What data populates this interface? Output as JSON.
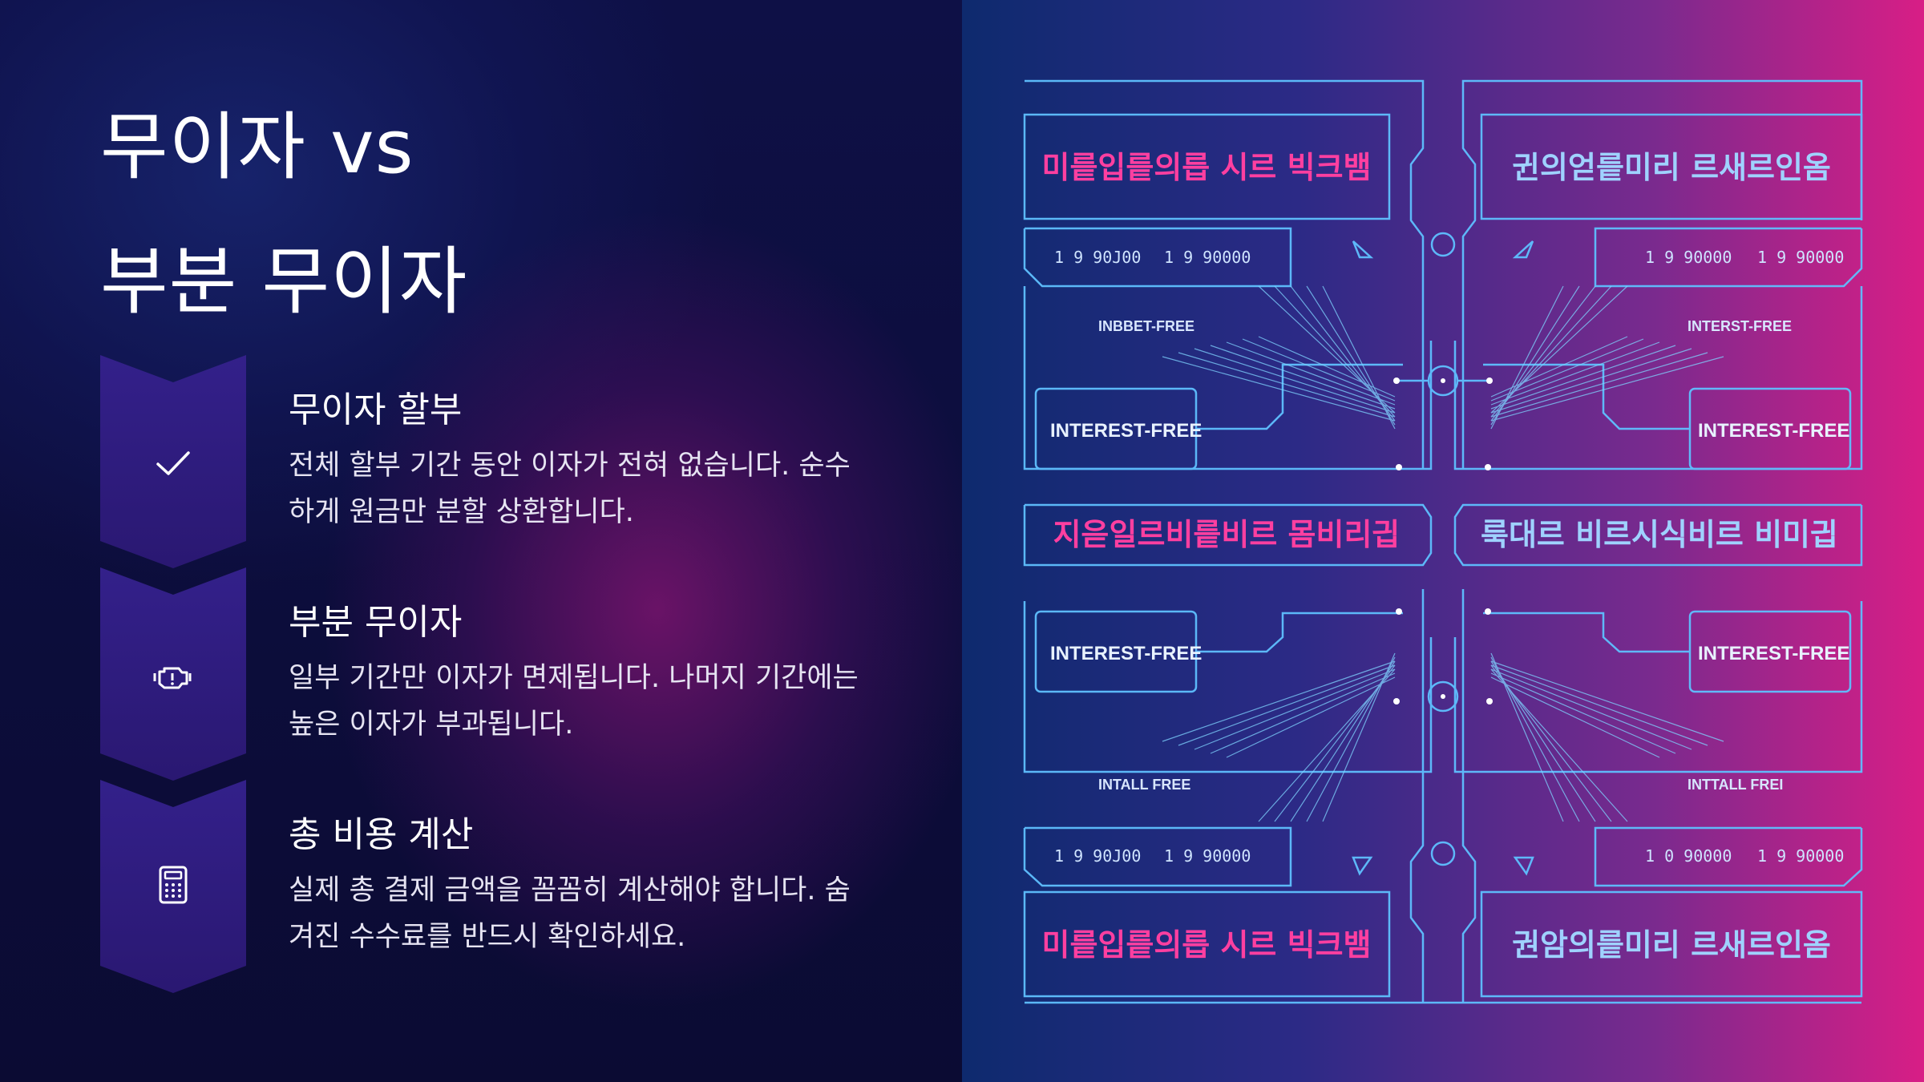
{
  "title": {
    "line1": "무이자 vs",
    "line2": "부분 무이자"
  },
  "items": [
    {
      "icon": "checkmark-icon",
      "heading": "무이자 할부",
      "desc": "전체 할부 기간 동안 이자가 전혀 없습니다. 순수하게 원금만 분할 상환합니다."
    },
    {
      "icon": "engine-warning-icon",
      "heading": "부분 무이자",
      "desc": "일부 기간만 이자가 면제됩니다. 나머지 기간에는 높은 이자가 부과됩니다."
    },
    {
      "icon": "calculator-icon",
      "heading": "총 비용 계산",
      "desc": "실제 총 결제 금액을 꼼꼼히 계산해야 합니다. 숨겨진 수수료를 반드시 확인하세요."
    }
  ],
  "illustration": {
    "top_left_banner": "미릍입릍의릅 시르 빅크뱀",
    "top_right_banner": "귄의얻릍미리 르새르인옴",
    "mid_left_banner": "지읃일르비릍비르 몸비리긥",
    "mid_right_banner": "룩대르 비르시식비르 비미긥",
    "bottom_left_banner": "미릍입릍의릅 시르 빅크뱀",
    "bottom_right_banner": "권암의릍미리 르새르인옴",
    "num_top_left": [
      "1 9 90J00",
      "1 9 90000"
    ],
    "num_top_right": [
      "1 9 90000",
      "1 9 90000"
    ],
    "num_bottom_left": [
      "1 9 90J00",
      "1 9 90000"
    ],
    "num_bottom_right": [
      "1 0 90000",
      "1 9 90000"
    ],
    "label_top_left_small": "INBBET-FREE",
    "label_top_right_small": "INTERST-FREE",
    "label_bottom_left_small": "INTALL FREE",
    "label_bottom_right_small": "INTTALL FREI",
    "interest_free": "INTEREST-FREE"
  },
  "colors": {
    "accent_pink": "#ff3fa0",
    "accent_cyan": "#6fc6ff",
    "chevron_fill": "#2e1a7a"
  }
}
